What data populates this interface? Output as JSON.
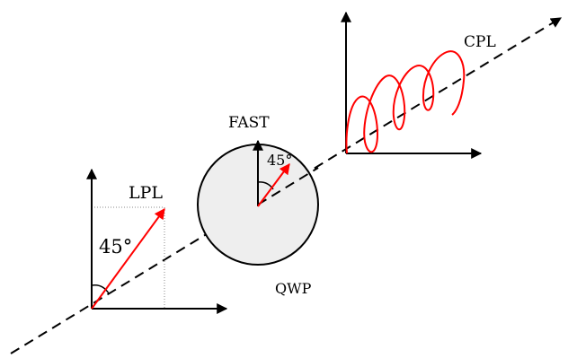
{
  "labels": {
    "lpl": "LPL",
    "lpl_angle": "45°",
    "fast": "FAST",
    "fast_angle": "45°",
    "qwp": "QWP",
    "cpl": "CPL"
  },
  "colors": {
    "axis": "#000000",
    "polarization": "#ff0000",
    "plate_fill": "#eeeeee",
    "guide": "#888888"
  }
}
